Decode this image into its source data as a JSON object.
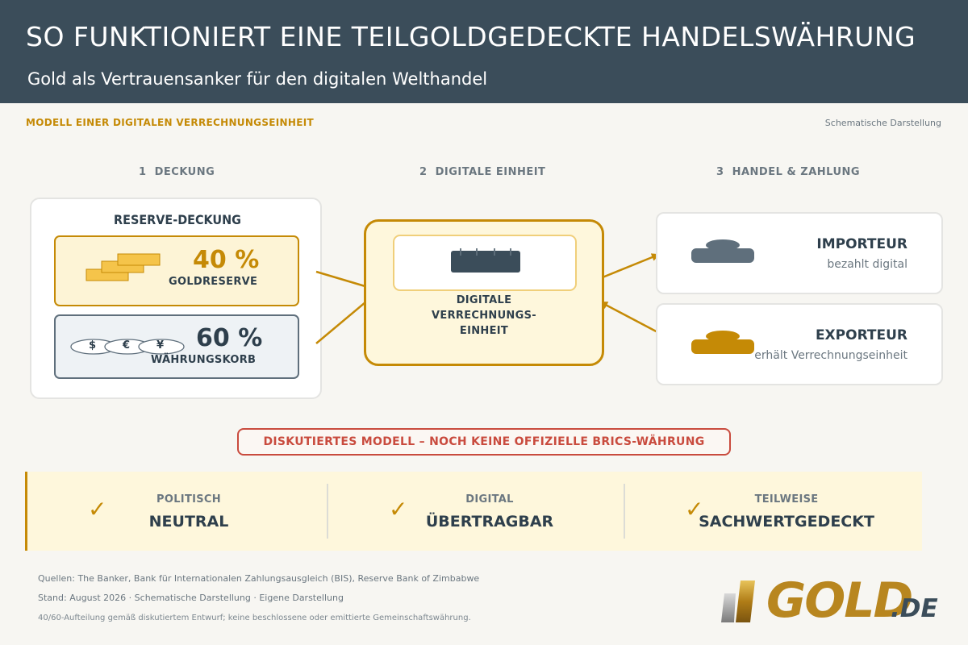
{
  "header": {
    "title": "SO FUNKTIONIERT EINE TEILGOLDGEDECKTE HANDELSWÄHRUNG",
    "subtitle": "Gold als Vertrauensanker für den digitalen Welthandel"
  },
  "model_label": "MODELL EINER DIGITALEN VERRECHNUNGSEINHEIT",
  "schema_note": "Schematische Darstellung",
  "steps": [
    {
      "number": "1",
      "label": "DECKUNG"
    },
    {
      "number": "2",
      "label": "DIGITALE EINHEIT"
    },
    {
      "number": "3",
      "label": "HANDEL & ZAHLUNG"
    }
  ],
  "reserve": {
    "title": "RESERVE-DECKUNG",
    "gold": {
      "percent": "40 %",
      "label": "GOLDRESERVE"
    },
    "basket": {
      "percent": "60 %",
      "label": "WÄHRUNGSKORB",
      "symbols": [
        "$",
        "€",
        "¥"
      ]
    }
  },
  "digital_unit": {
    "label_line1": "DIGITALE",
    "label_line2": "VERRECHNUNGS-",
    "label_line3": "EINHEIT"
  },
  "parties": {
    "importer": {
      "name": "IMPORTEUR",
      "desc": "bezahlt digital"
    },
    "exporter": {
      "name": "EXPORTEUR",
      "desc": "erhält Verrechnungseinheit"
    }
  },
  "warning": "DISKUTIERTES MODELL – NOCH KEINE OFFIZIELLE BRICS-WÄHRUNG",
  "properties": [
    {
      "small": "POLITISCH",
      "big": "NEUTRAL"
    },
    {
      "small": "DIGITAL",
      "big": "ÜBERTRAGBAR"
    },
    {
      "small": "TEILWEISE",
      "big": "SACHWERTGEDECKT"
    }
  ],
  "check_symbol": "✓",
  "sources": {
    "line1": "Quellen: The Banker, Bank für Internationalen Zahlungsausgleich (BIS), Reserve Bank of Zimbabwe",
    "line2": "Stand: August 2026  ·  Schematische Darstellung  ·  Eigene Darstellung",
    "line3": "40/60-Aufteilung gemäß diskutiertem Entwurf; keine beschlossene oder emittierte Gemeinschaftswährung."
  },
  "logo": {
    "text_main": "GOLD",
    "text_suffix": ".DE"
  },
  "colors": {
    "header_bg": "#3b4d5a",
    "accent_gold": "#c58a06",
    "dark_text": "#2e3f4c",
    "muted_text": "#6b7780",
    "warning_red": "#c94b3e",
    "light_gold_bg": "#fef7dc"
  }
}
